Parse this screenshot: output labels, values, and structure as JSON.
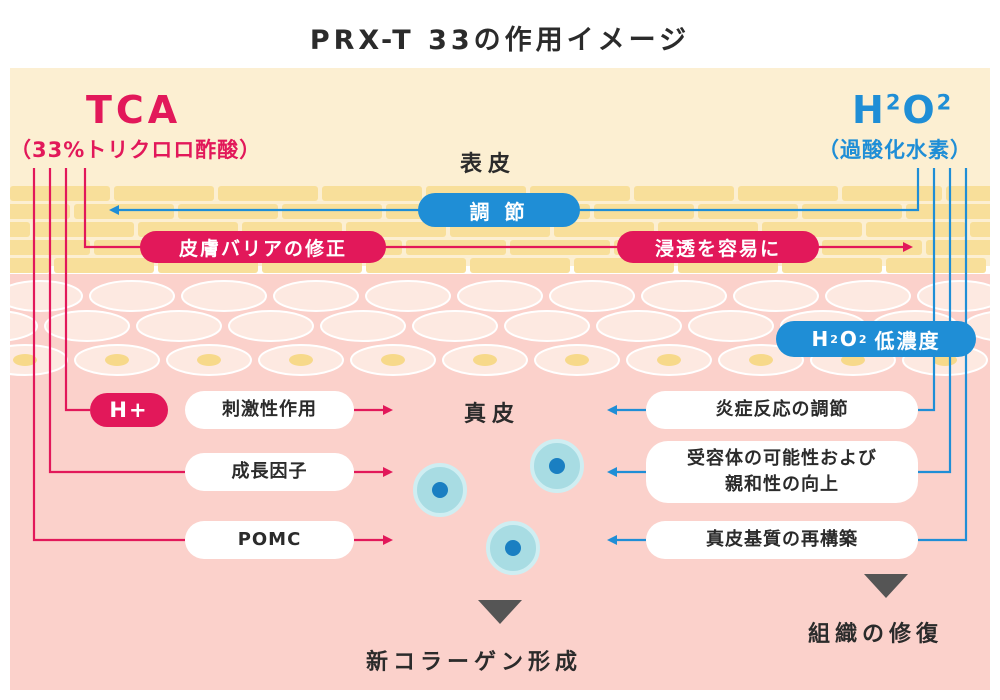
{
  "title": "PRX-T 33の作用イメージ",
  "tca": {
    "name": "TCA",
    "full": "（33%トリクロロ酢酸）"
  },
  "h2o2": {
    "name_main": "H",
    "name_sup1": "2",
    "name_mid": "O",
    "name_sup2": "2",
    "full": "（過酸化水素）"
  },
  "layers": {
    "epidermis": "表皮",
    "dermis": "真皮"
  },
  "labels": {
    "regulate": "調 節",
    "barrier": "皮膚バリアの修正",
    "penetration": "浸透を容易に",
    "h2o2_low_main": "H",
    "h2o2_low_sup1": "2",
    "h2o2_low_mid": "O",
    "h2o2_low_sup2": "2",
    "h2o2_low_rest": "低濃度",
    "h_plus": "H+"
  },
  "left_effects": [
    "刺激性作用",
    "成長因子",
    "POMC"
  ],
  "right_effects": [
    "炎症反応の調節",
    "受容体の可能性および\n親和性の向上",
    "真皮基質の再構築"
  ],
  "outcomes": {
    "left": "新コラーゲン形成",
    "right": "組織の修復"
  },
  "colors": {
    "tca": "#e2185a",
    "h2o2": "#1f8ed6",
    "epidermis_bg": "#fcefd2",
    "dermis_bg": "#fbd1cb",
    "cell": "#a8dce3"
  }
}
